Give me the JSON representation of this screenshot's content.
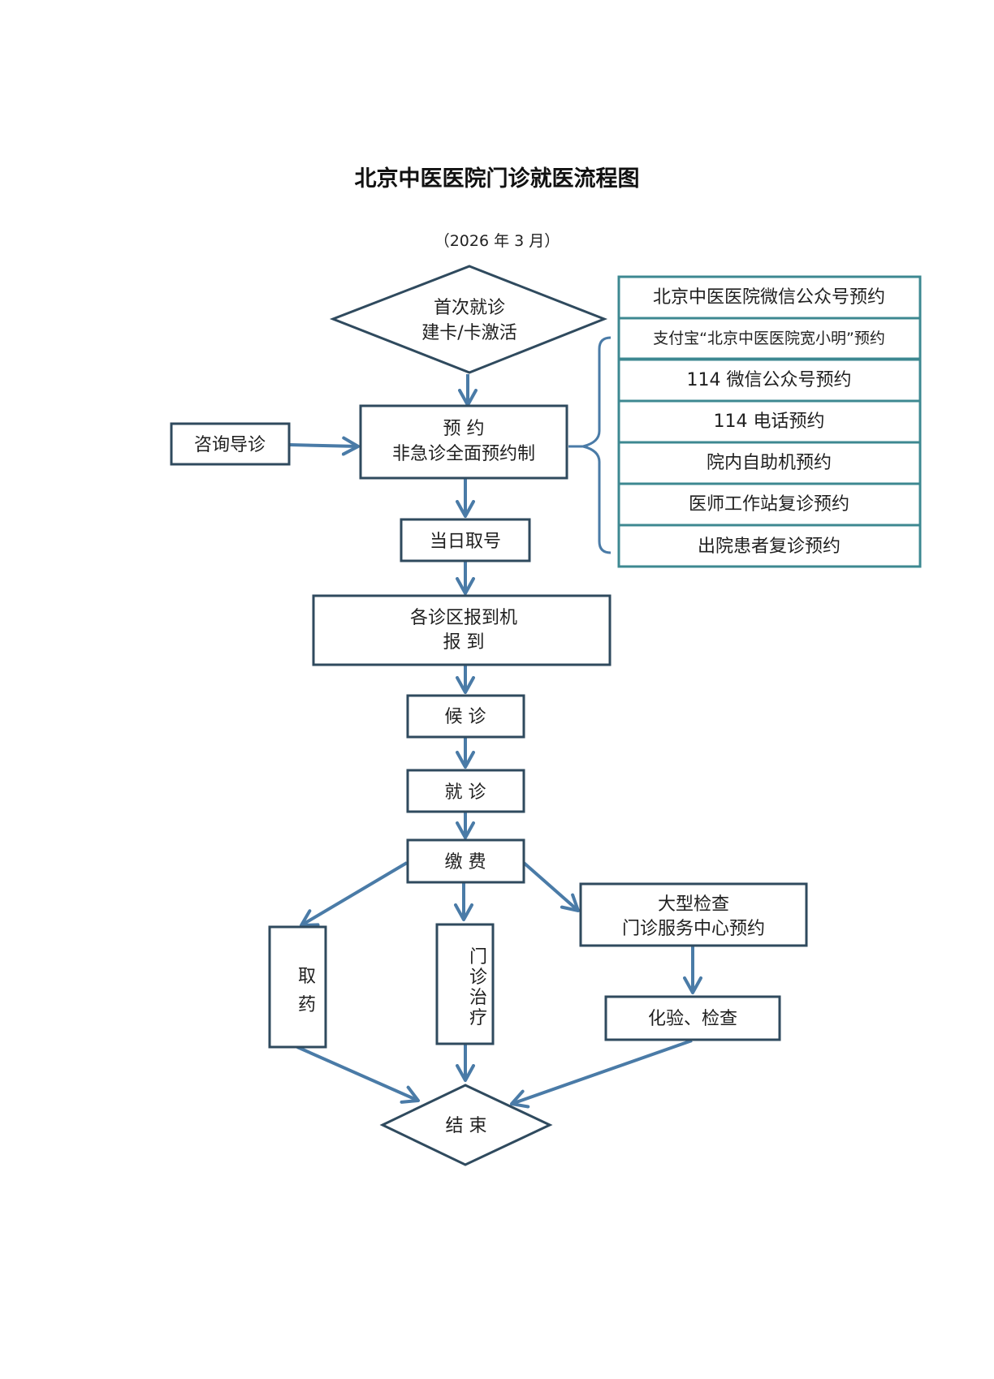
{
  "title": "北京中医医院门诊就医流程图",
  "subtitle": "（2026 年 3 月）",
  "nodes": {
    "first_visit": {
      "line1": "首次就诊",
      "line2": "建卡/卡激活"
    },
    "consult": {
      "label": "咨询导诊"
    },
    "appointment": {
      "line1": "预  约",
      "line2": "非急诊全面预约制"
    },
    "same_day_ticket": {
      "label": "当日取号"
    },
    "checkin": {
      "line1": "各诊区报到机",
      "line2": "报  到"
    },
    "waiting": {
      "label": "候  诊"
    },
    "consultation": {
      "label": "就  诊"
    },
    "payment": {
      "label": "缴  费"
    },
    "pharmacy": {
      "line1": "取",
      "line2": "药"
    },
    "treatment": {
      "chars": [
        "门",
        "诊",
        "治",
        "疗"
      ]
    },
    "major_exam": {
      "line1": "大型检查",
      "line2": "门诊服务中心预约"
    },
    "lab_test": {
      "label": "化验、检查"
    },
    "end": {
      "label": "结  束"
    }
  },
  "appointment_channels": [
    "北京中医医院微信公众号预约",
    "支付宝“北京中医医院宽小明”预约",
    "114 微信公众号预约",
    "114 电话预约",
    "院内自助机预约",
    "医师工作站复诊预约",
    "出院患者复诊预约"
  ],
  "colors": {
    "node_border": "#2f4a5e",
    "channel_border": "#3d8891",
    "arrow": "#4a7ba7"
  }
}
